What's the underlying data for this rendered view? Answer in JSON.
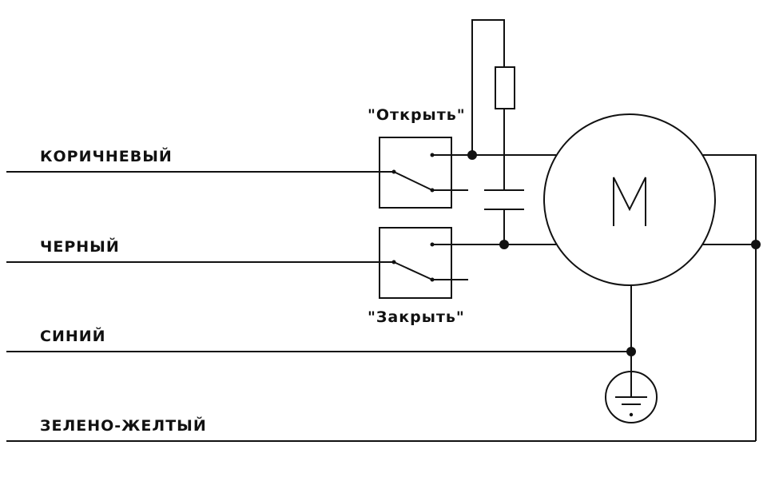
{
  "wires": {
    "brown": "КОРИЧНЕВЫЙ",
    "black": "ЧЕРНЫЙ",
    "blue": "СИНИЙ",
    "green_yellow": "ЗЕЛЕНО-ЖЕЛТЫЙ"
  },
  "switches": {
    "open_label": "\"Открыть\"",
    "close_label": "\"Закрыть\""
  },
  "motor": {
    "letter": "M"
  },
  "colors": {
    "line": "#111111",
    "background": "#ffffff"
  }
}
